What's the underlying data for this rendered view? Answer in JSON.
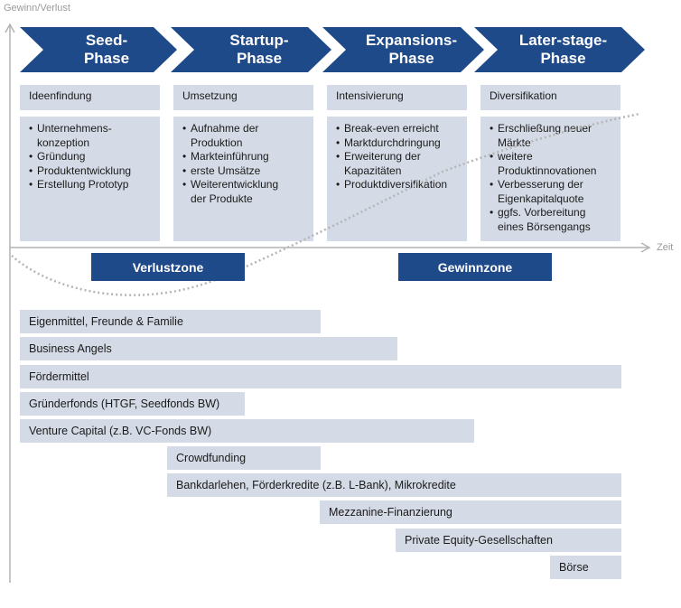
{
  "axes": {
    "y_label": "Gewinn/Verlust",
    "x_label": "Zeit"
  },
  "colors": {
    "phase": "#1f4a8a",
    "box": "#d4dbe6",
    "axis": "#b3b3b3",
    "curve": "#b5b5b5"
  },
  "phases": [
    {
      "title": "Seed-\nPhase",
      "subtitle": "Ideenfindung",
      "items": [
        "Unternehmens-\nkonzeption",
        "Gründung",
        "Produktentwicklung",
        "Erstellung Prototyp"
      ]
    },
    {
      "title": "Startup-\nPhase",
      "subtitle": "Umsetzung",
      "items": [
        "Aufnahme der\nProduktion",
        "Markteinführung",
        "erste Umsätze",
        "Weiterentwicklung\nder Produkte"
      ]
    },
    {
      "title": "Expansions-\nPhase",
      "subtitle": "Intensivierung",
      "items": [
        "Break-even erreicht",
        "Marktdurchdringung",
        "Erweiterung der\nKapazitäten",
        "Produktdiversifikation"
      ]
    },
    {
      "title": "Later-stage-\nPhase",
      "subtitle": "Diversifikation",
      "items": [
        "Erschließung neuer\nMärkte",
        "weitere\nProduktinnovationen",
        "Verbesserung der\nEigenkapitalquote",
        "ggfs. Vorbereitung\neines Börsengangs"
      ]
    }
  ],
  "zones": {
    "loss": "Verlustzone",
    "profit": "Gewinnzone"
  },
  "financing": [
    "Eigenmittel, Freunde & Familie",
    "Business Angels",
    "Fördermittel",
    "Gründerfonds (HTGF, Seedfonds BW)",
    "Venture Capital (z.B. VC-Fonds BW)",
    "Crowdfunding",
    "Bankdarlehen, Förderkredite (z.B. L-Bank), Mikrokredite",
    "Mezzanine-Finanzierung",
    "Private Equity-Gesellschaften",
    "Börse"
  ]
}
